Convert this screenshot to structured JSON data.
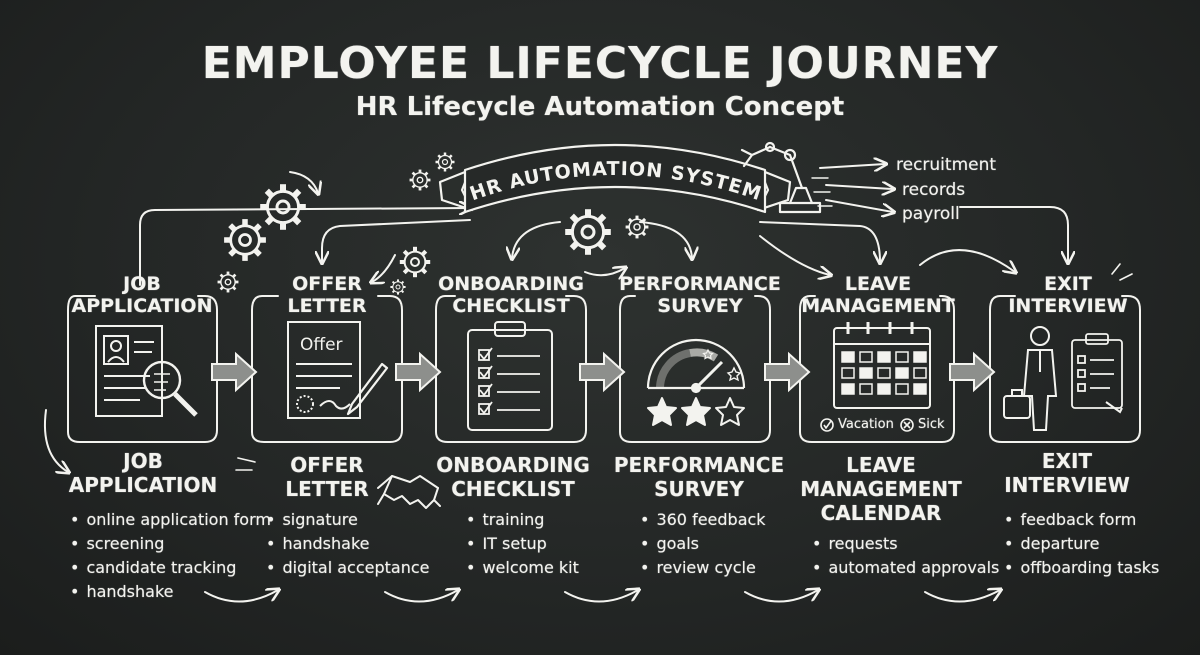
{
  "header": {
    "title": "EMPLOYEE LIFECYCLE JOURNEY",
    "subtitle": "HR Lifecycle Automation Concept"
  },
  "system": {
    "banner": "HR AUTOMATION SYSTEM",
    "outputs": [
      "recruitment",
      "records",
      "payroll"
    ]
  },
  "stages": [
    {
      "card_title": [
        "JOB",
        "APPLICATION"
      ],
      "label": [
        "JOB",
        "APPLICATION"
      ],
      "bullets": [
        "online application form",
        "screening",
        "candidate tracking",
        "handshake"
      ]
    },
    {
      "card_title": [
        "OFFER",
        "LETTER"
      ],
      "card_text": "Offer",
      "label": [
        "OFFER",
        "LETTER"
      ],
      "bullets": [
        "signature",
        "handshake",
        "digital acceptance"
      ]
    },
    {
      "card_title": [
        "ONBOARDING",
        "CHECKLIST"
      ],
      "label": [
        "ONBOARDING",
        "CHECKLIST"
      ],
      "bullets": [
        "training",
        "IT setup",
        "welcome kit"
      ]
    },
    {
      "card_title": [
        "PERFORMANCE",
        "SURVEY"
      ],
      "label": [
        "PERFORMANCE",
        "SURVEY"
      ],
      "bullets": [
        "360 feedback",
        "goals",
        "review cycle"
      ]
    },
    {
      "card_title": [
        "LEAVE",
        "MANAGEMENT"
      ],
      "legend": [
        "Vacation",
        "Sick"
      ],
      "label": [
        "LEAVE",
        "MANAGEMENT",
        "CALENDAR"
      ],
      "bullets": [
        "requests",
        "automated approvals"
      ]
    },
    {
      "card_title": [
        "EXIT",
        "INTERVIEW"
      ],
      "label": [
        "EXIT",
        "INTERVIEW"
      ],
      "bullets": [
        "feedback form",
        "departure",
        "offboarding tasks"
      ]
    }
  ],
  "icons": {
    "gears": "gear-icon",
    "robot_arm": "robot-arm-icon",
    "resume": "resume-icon",
    "magnifier": "magnifier-icon",
    "offer_document": "document-icon",
    "pen": "pen-icon",
    "clipboard": "clipboard-icon",
    "gauge": "gauge-icon",
    "stars": "star-icon",
    "calendar": "calendar-icon",
    "person": "person-icon",
    "suitcase": "suitcase-icon",
    "handshake": "handshake-icon"
  }
}
